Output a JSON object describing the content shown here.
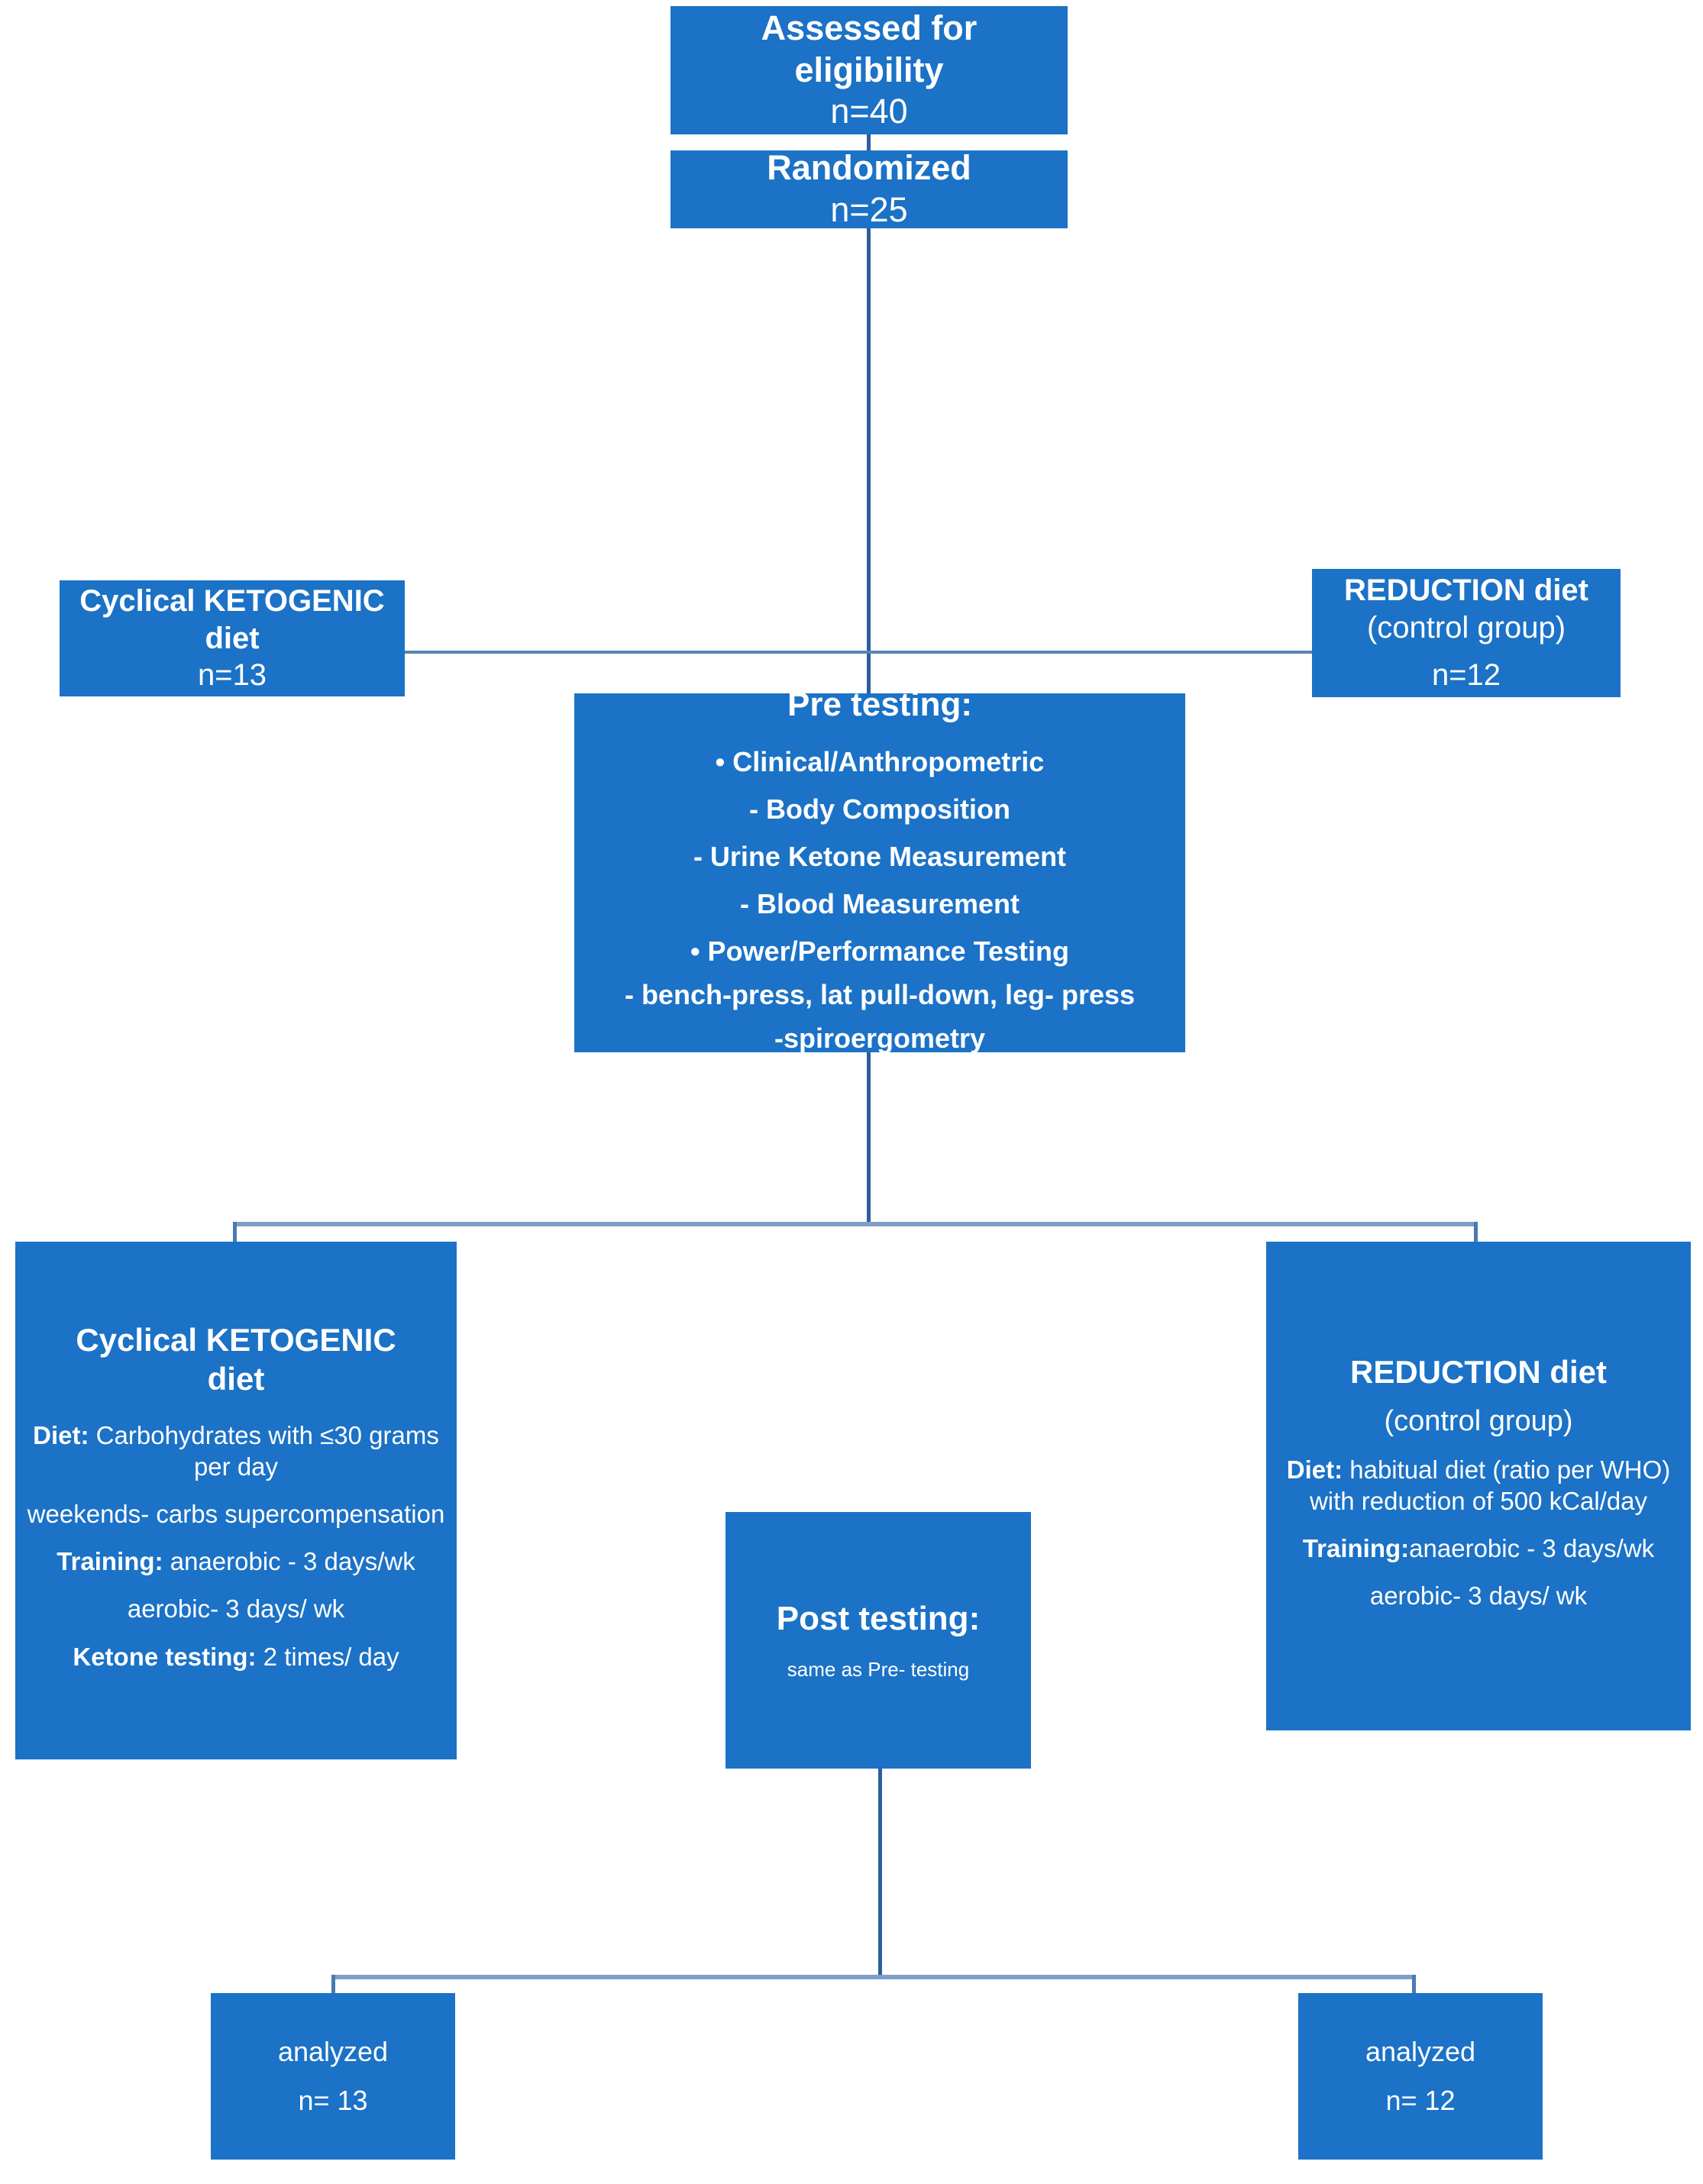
{
  "colors": {
    "box_fill": "#1b72c6",
    "box_text": "#ffffff",
    "connector": "#2b5f9e",
    "bracket": "#7f9fc8",
    "background": "#ffffff"
  },
  "diagram": {
    "type": "flowchart",
    "title": "Study flow diagram",
    "nodes": {
      "assessed": {
        "line1": "Assessed for",
        "line2": "eligibility",
        "count": "n=40"
      },
      "randomized": {
        "line1": "Randomized",
        "count": "n=25"
      },
      "keto_top": {
        "line1": "Cyclical KETOGENIC",
        "line2": "diet",
        "count": "n=13"
      },
      "reduction_top": {
        "line1": "REDUCTION diet",
        "line2": "(control group)",
        "count": "n=12"
      },
      "pre_testing": {
        "title": "Pre testing:",
        "items": [
          "• Clinical/Anthropometric",
          "- Body Composition",
          "- Urine Ketone Measurement",
          "- Blood Measurement",
          "• Power/Performance Testing",
          "- bench-press, lat pull-down, leg- press",
          "-spiroergometry"
        ]
      },
      "keto_main": {
        "title_line1": "Cyclical KETOGENIC",
        "title_line2": "diet",
        "diet_label": "Diet:",
        "diet_text": " Carbohydrates with ≤30 grams per day",
        "weekends_text": "weekends- carbs supercompensation",
        "training_label": "Training:",
        "training_text": " anaerobic - 3 days/wk",
        "aerobic_text": "aerobic- 3 days/ wk",
        "ketone_label": "Ketone testing:",
        "ketone_text": " 2 times/ day"
      },
      "reduction_main": {
        "title": "REDUCTION diet",
        "subtitle": "(control group)",
        "diet_label": "Diet:",
        "diet_text": " habitual diet (ratio per WHO) with reduction of 500 kCal/day",
        "training_label": "Training:",
        "training_text": "anaerobic - 3 days/wk",
        "aerobic_text": "aerobic- 3 days/ wk"
      },
      "post_testing": {
        "title": "Post testing:",
        "subtitle": "same as Pre- testing"
      },
      "analyzed_left": {
        "label": "analyzed",
        "count": "n= 13"
      },
      "analyzed_right": {
        "label": "analyzed",
        "count": "n= 12"
      }
    }
  }
}
